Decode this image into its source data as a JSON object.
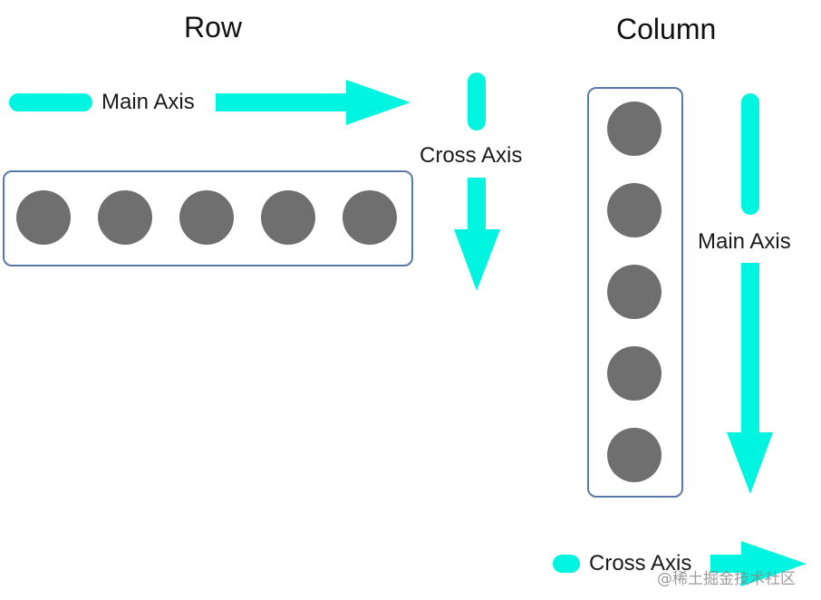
{
  "row": {
    "title": "Row",
    "main_axis_label": "Main Axis",
    "cross_axis_label": "Cross Axis",
    "item_count": 5
  },
  "column": {
    "title": "Column",
    "main_axis_label": "Main Axis",
    "cross_axis_label": "Cross Axis",
    "item_count": 5
  },
  "watermark": "@稀土掘金技术社区",
  "colors": {
    "arrow": "#00f5e0",
    "container_border": "#5b79a8",
    "item_fill": "#6f6f6f",
    "text": "#1a1a1a",
    "background": "#ffffff"
  }
}
